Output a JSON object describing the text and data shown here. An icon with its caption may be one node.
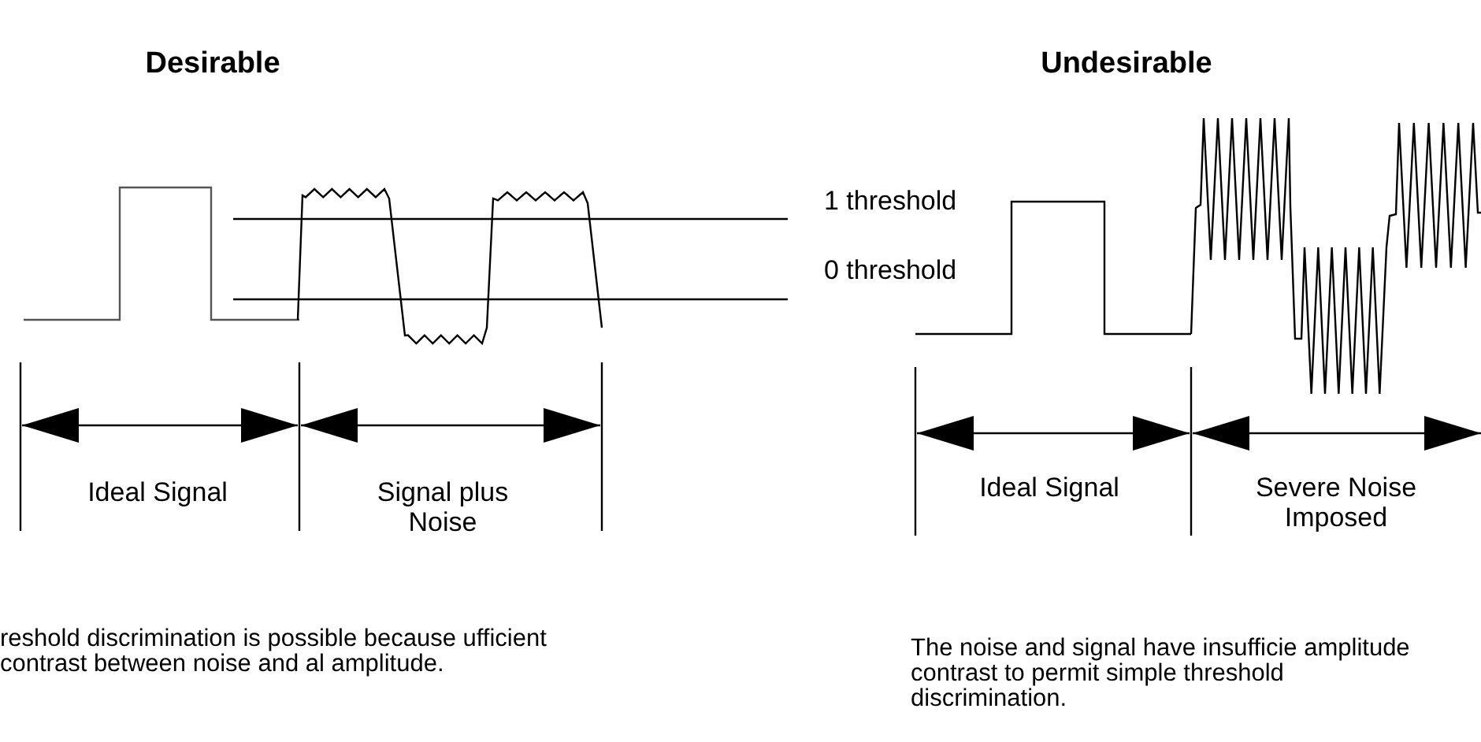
{
  "diagram": {
    "labels": [
      "Desirable",
      "Undesirable",
      "1 threshold",
      "0 threshold",
      "Ideal Signal",
      "Signal plus Noise",
      "Ideal Signal",
      "Severe Noise Imposed",
      "reshold discrimination is possible because ufficient contrast between noise and al amplitude.",
      "The noise and signal have insufficie amplitude contrast to permit simple threshold discrimination."
    ]
  }
}
